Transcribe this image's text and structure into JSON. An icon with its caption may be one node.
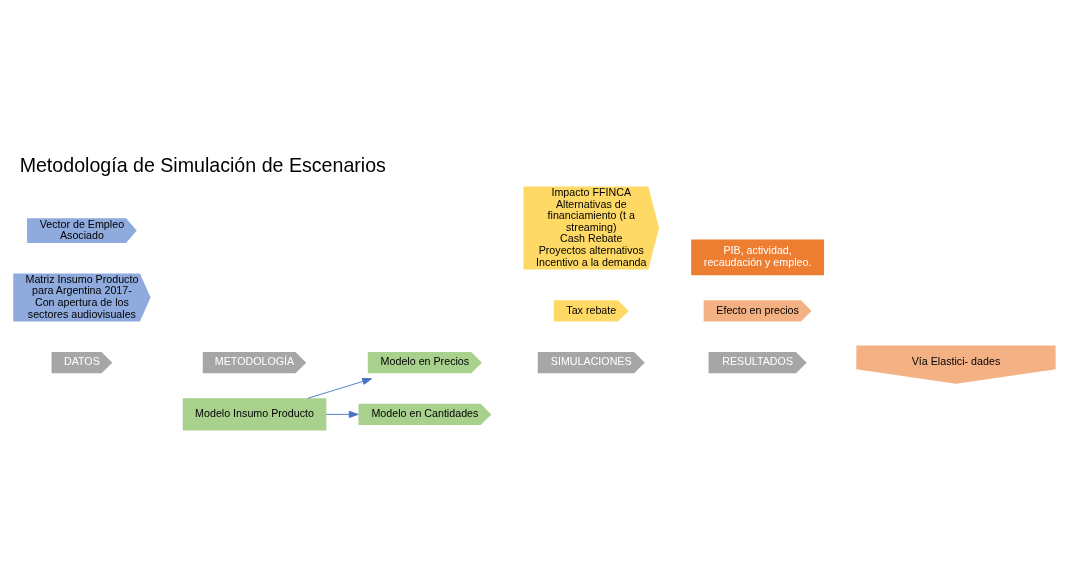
{
  "diagram": {
    "title": "Metodología de Simulación de Escenarios",
    "nodes": [
      {
        "text": [
          "DATOS"
        ]
      },
      {
        "text": [
          "METODOLOGÍA"
        ]
      },
      {
        "text": [
          "SIMULACIONES"
        ]
      },
      {
        "text": [
          "RESULTADOS"
        ]
      },
      {
        "text": [
          "Matriz Insumo Producto para Argentina 2017- Con apertura de los sectores audiovisuales"
        ]
      },
      {
        "text": [
          "Vector de Empleo Asociado"
        ]
      },
      {
        "text": [
          "Modelo Insumo Producto"
        ]
      },
      {
        "text": [
          "Modelo en Precios"
        ]
      },
      {
        "text": [
          "Modelo en Cantidades"
        ]
      },
      {
        "text": [
          "Tax rebate"
        ]
      },
      {
        "text": [
          "Impacto FFINCA",
          "Alternativas de financiamiento (t a streaming)",
          "Cash Rebate",
          "Proyectos alternativos",
          "Incentivo a la demanda"
        ]
      },
      {
        "text": [
          "Efecto en precios"
        ]
      },
      {
        "text": [
          "Vía Elastici- dades"
        ]
      },
      {
        "text": [
          "PIB, actividad, recaudación y empleo."
        ]
      }
    ],
    "edges": [
      {
        "from": 6,
        "to": 7,
        "arrow": "to"
      },
      {
        "from": 6,
        "to": 8,
        "arrow": "to"
      }
    ]
  }
}
